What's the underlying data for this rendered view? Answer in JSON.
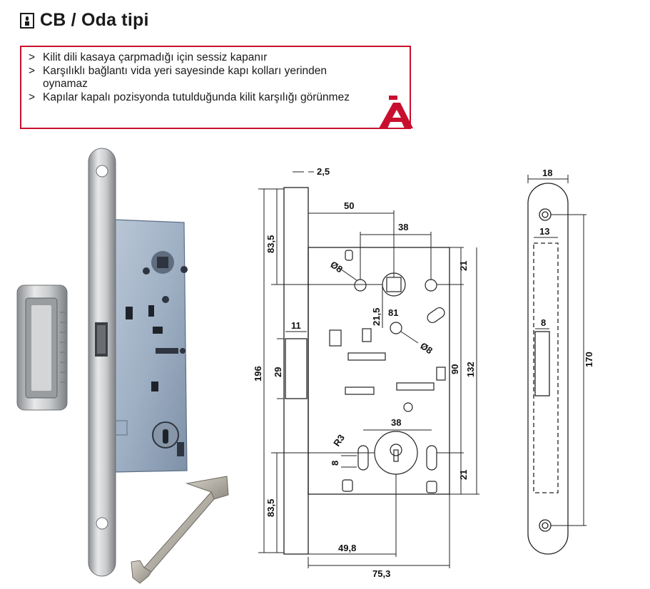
{
  "header": {
    "icon": "lock-key-icon",
    "title": "CB / Oda tipi"
  },
  "features": {
    "bullet": ">",
    "items": [
      "Kilit dili kasaya çarpmadığı için sessiz kapanır",
      "Karşılıklı bağlantı vida yeri sayesinde kapı kolları yerinden oynamaz",
      "Kapılar kapalı pozisyonda tutulduğunda kilit karşılığı görünmez"
    ],
    "border_color": "#c8102e"
  },
  "brand": {
    "logo": "hafele-brand-icon",
    "color": "#c8102e"
  },
  "drawing": {
    "dimensions": {
      "plate_offset": "2,5",
      "h_50": "50",
      "h_38_top": "38",
      "phi8_top": "Ø8",
      "v_21_top": "21",
      "v_83_5_top": "83,5",
      "v_21_5": "21,5",
      "label_81": "81",
      "phi8_mid": "Ø8",
      "w_11": "11",
      "v_196": "196",
      "v_29": "29",
      "v_90": "90",
      "v_132": "132",
      "h_38_bottom": "38",
      "r3": "R3",
      "v_8": "8",
      "v_21_bottom": "21",
      "v_83_5_bottom": "83,5",
      "h_49_8": "49,8",
      "h_75_3": "75,3"
    }
  },
  "strike_plate": {
    "dimensions": {
      "w_18": "18",
      "w_13": "13",
      "w_8": "8",
      "v_170": "170"
    }
  }
}
